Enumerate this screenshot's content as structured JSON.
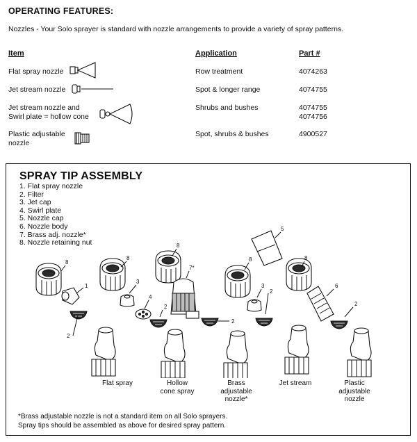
{
  "heading": "OPERATING FEATURES:",
  "intro": "Nozzles - Your Solo sprayer is standard with nozzle arrangements to provide a variety of spray patterns.",
  "columns": {
    "item": "Item",
    "application": "Application",
    "part": "Part #"
  },
  "rows": [
    {
      "item_lines": [
        "Flat spray nozzle"
      ],
      "application": "Row treatment",
      "parts": [
        "4074263"
      ],
      "icon": "flat-spray-nozzle-icon"
    },
    {
      "item_lines": [
        "Jet stream nozzle"
      ],
      "application": "Spot & longer range",
      "parts": [
        "4074755"
      ],
      "icon": "jet-stream-nozzle-icon"
    },
    {
      "item_lines": [
        "Jet stream nozzle and",
        "Swirl plate = hollow cone"
      ],
      "application": "Shrubs and bushes",
      "parts": [
        "4074755",
        "4074756"
      ],
      "icon": "hollow-cone-nozzle-icon"
    },
    {
      "item_lines": [
        "Plastic adjustable",
        "nozzle"
      ],
      "application": "Spot, shrubs & bushes",
      "parts": [
        "4900527"
      ],
      "icon": "plastic-adjustable-nozzle-icon"
    }
  ],
  "assembly": {
    "title": "SPRAY TIP ASSEMBLY",
    "parts_list": [
      "1. Flat spray nozzle",
      "2. Filter",
      "3. Jet cap",
      "4. Swirl plate",
      "5. Nozzle cap",
      "6. Nozzle body",
      "7. Brass adj. nozzle*",
      "8. Nozzle retaining nut"
    ],
    "callouts": {
      "n1": "1",
      "n2": "2",
      "n3": "3",
      "n4": "4",
      "n5": "5",
      "n6": "6",
      "n7": "7*",
      "n8": "8"
    },
    "captions": [
      {
        "lines": [
          "Flat spray"
        ]
      },
      {
        "lines": [
          "Hollow",
          "cone spray"
        ]
      },
      {
        "lines": [
          "Brass",
          "adjustable",
          "nozzle*"
        ]
      },
      {
        "lines": [
          "Jet stream"
        ]
      },
      {
        "lines": [
          "Plastic",
          "adjustable",
          "nozzle"
        ]
      }
    ],
    "footnotes": [
      "*Brass adjustable nozzle is not a standard item on all Solo sprayers.",
      "Spray tips should be assembled as above for desired spray pattern."
    ]
  }
}
